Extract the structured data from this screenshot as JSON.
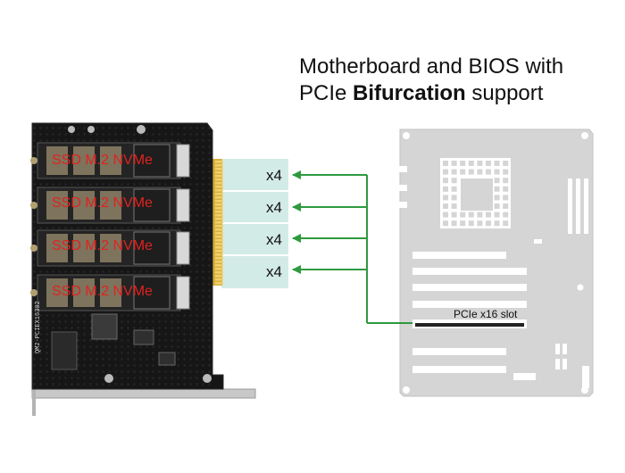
{
  "heading": {
    "line1": "Motherboard and BIOS  with",
    "line2_prefix": "PCIe ",
    "line2_bold": "Bifurcation",
    "line2_suffix": " support"
  },
  "card": {
    "ssd_labels": [
      "SSD M.2 NVMe",
      "SSD M.2 NVMe",
      "SSD M.2 NVMe",
      "SSD M.2 NVMe"
    ],
    "pcb_text": "QM2-PCIEX16302"
  },
  "lanes": [
    "x4",
    "x4",
    "x4",
    "x4"
  ],
  "motherboard": {
    "slot_label": "PCIe x16 slot"
  },
  "colors": {
    "arrow": "#2e9a3e",
    "lane_fill": "#d3ebe7",
    "pcb": "#161616",
    "board": "#d5d5d5",
    "ssd_text": "#e0231f"
  }
}
